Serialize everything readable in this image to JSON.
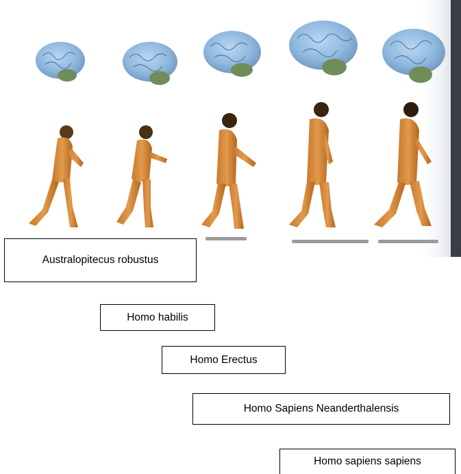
{
  "figure": {
    "labels": [
      "Australopitecus robustus",
      "Homo habilis",
      "Homo Erectus",
      "Homo Sapiens Neanderthalensis",
      "Homo sapiens sapiens"
    ]
  }
}
